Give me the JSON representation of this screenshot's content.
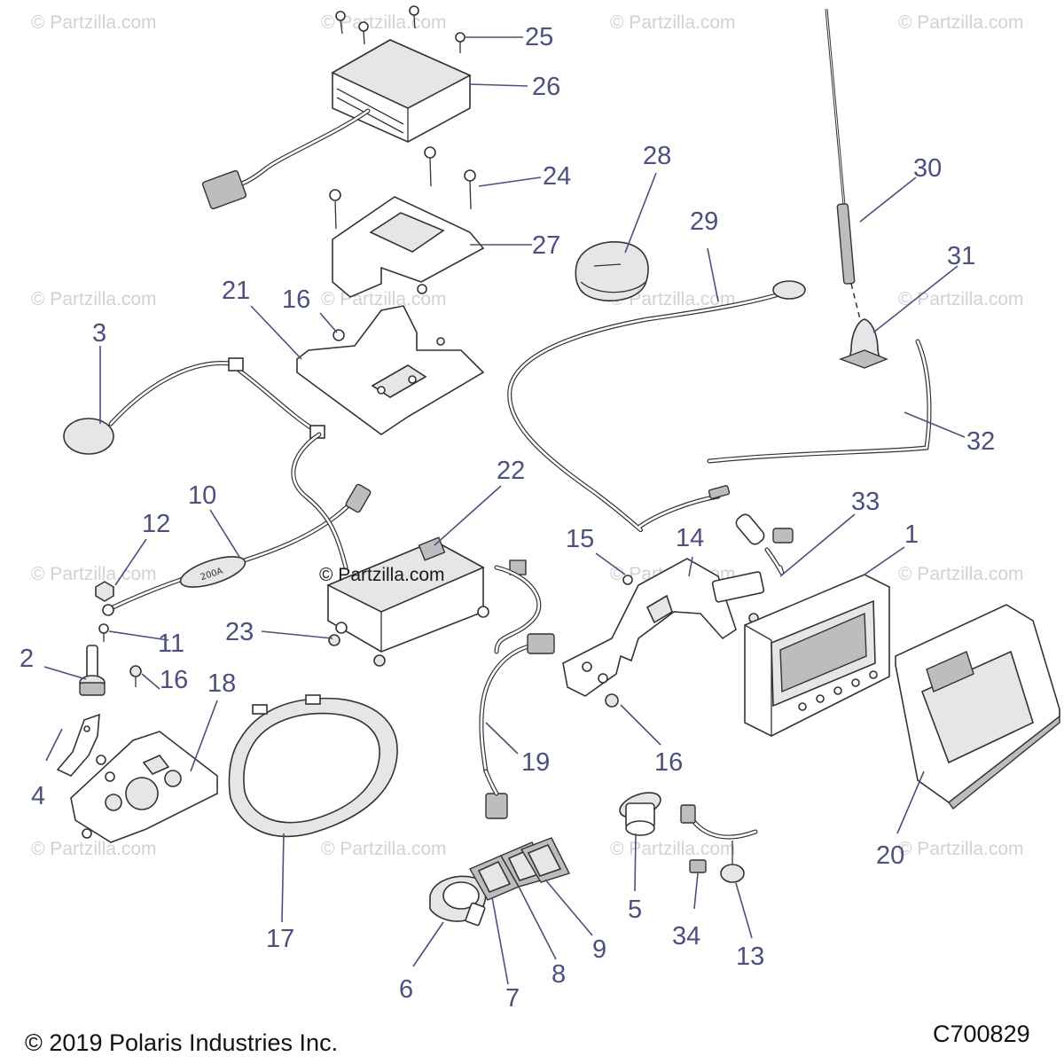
{
  "diagram": {
    "watermark_text": "© Partzilla.com",
    "center_watermark_text": "© Partzilla.com",
    "copyright": "© 2019 Polaris Industries Inc.",
    "diagram_code": "C700829",
    "callouts": [
      {
        "id": "c1",
        "label": "1"
      },
      {
        "id": "c2",
        "label": "2"
      },
      {
        "id": "c3",
        "label": "3"
      },
      {
        "id": "c4",
        "label": "4"
      },
      {
        "id": "c5",
        "label": "5"
      },
      {
        "id": "c6",
        "label": "6"
      },
      {
        "id": "c7",
        "label": "7"
      },
      {
        "id": "c8",
        "label": "8"
      },
      {
        "id": "c9",
        "label": "9"
      },
      {
        "id": "c10",
        "label": "10"
      },
      {
        "id": "c11",
        "label": "11"
      },
      {
        "id": "c12",
        "label": "12"
      },
      {
        "id": "c13",
        "label": "13"
      },
      {
        "id": "c14",
        "label": "14"
      },
      {
        "id": "c15",
        "label": "15"
      },
      {
        "id": "c16a",
        "label": "16"
      },
      {
        "id": "c16b",
        "label": "16"
      },
      {
        "id": "c16c",
        "label": "16"
      },
      {
        "id": "c17",
        "label": "17"
      },
      {
        "id": "c18",
        "label": "18"
      },
      {
        "id": "c19",
        "label": "19"
      },
      {
        "id": "c20",
        "label": "20"
      },
      {
        "id": "c21",
        "label": "21"
      },
      {
        "id": "c22",
        "label": "22"
      },
      {
        "id": "c23",
        "label": "23"
      },
      {
        "id": "c24",
        "label": "24"
      },
      {
        "id": "c25",
        "label": "25"
      },
      {
        "id": "c26",
        "label": "26"
      },
      {
        "id": "c27",
        "label": "27"
      },
      {
        "id": "c28",
        "label": "28"
      },
      {
        "id": "c29",
        "label": "29"
      },
      {
        "id": "c30",
        "label": "30"
      },
      {
        "id": "c31",
        "label": "31"
      },
      {
        "id": "c32",
        "label": "32"
      },
      {
        "id": "c33",
        "label": "33"
      },
      {
        "id": "c34",
        "label": "34"
      }
    ],
    "fuse_label": "200A"
  }
}
